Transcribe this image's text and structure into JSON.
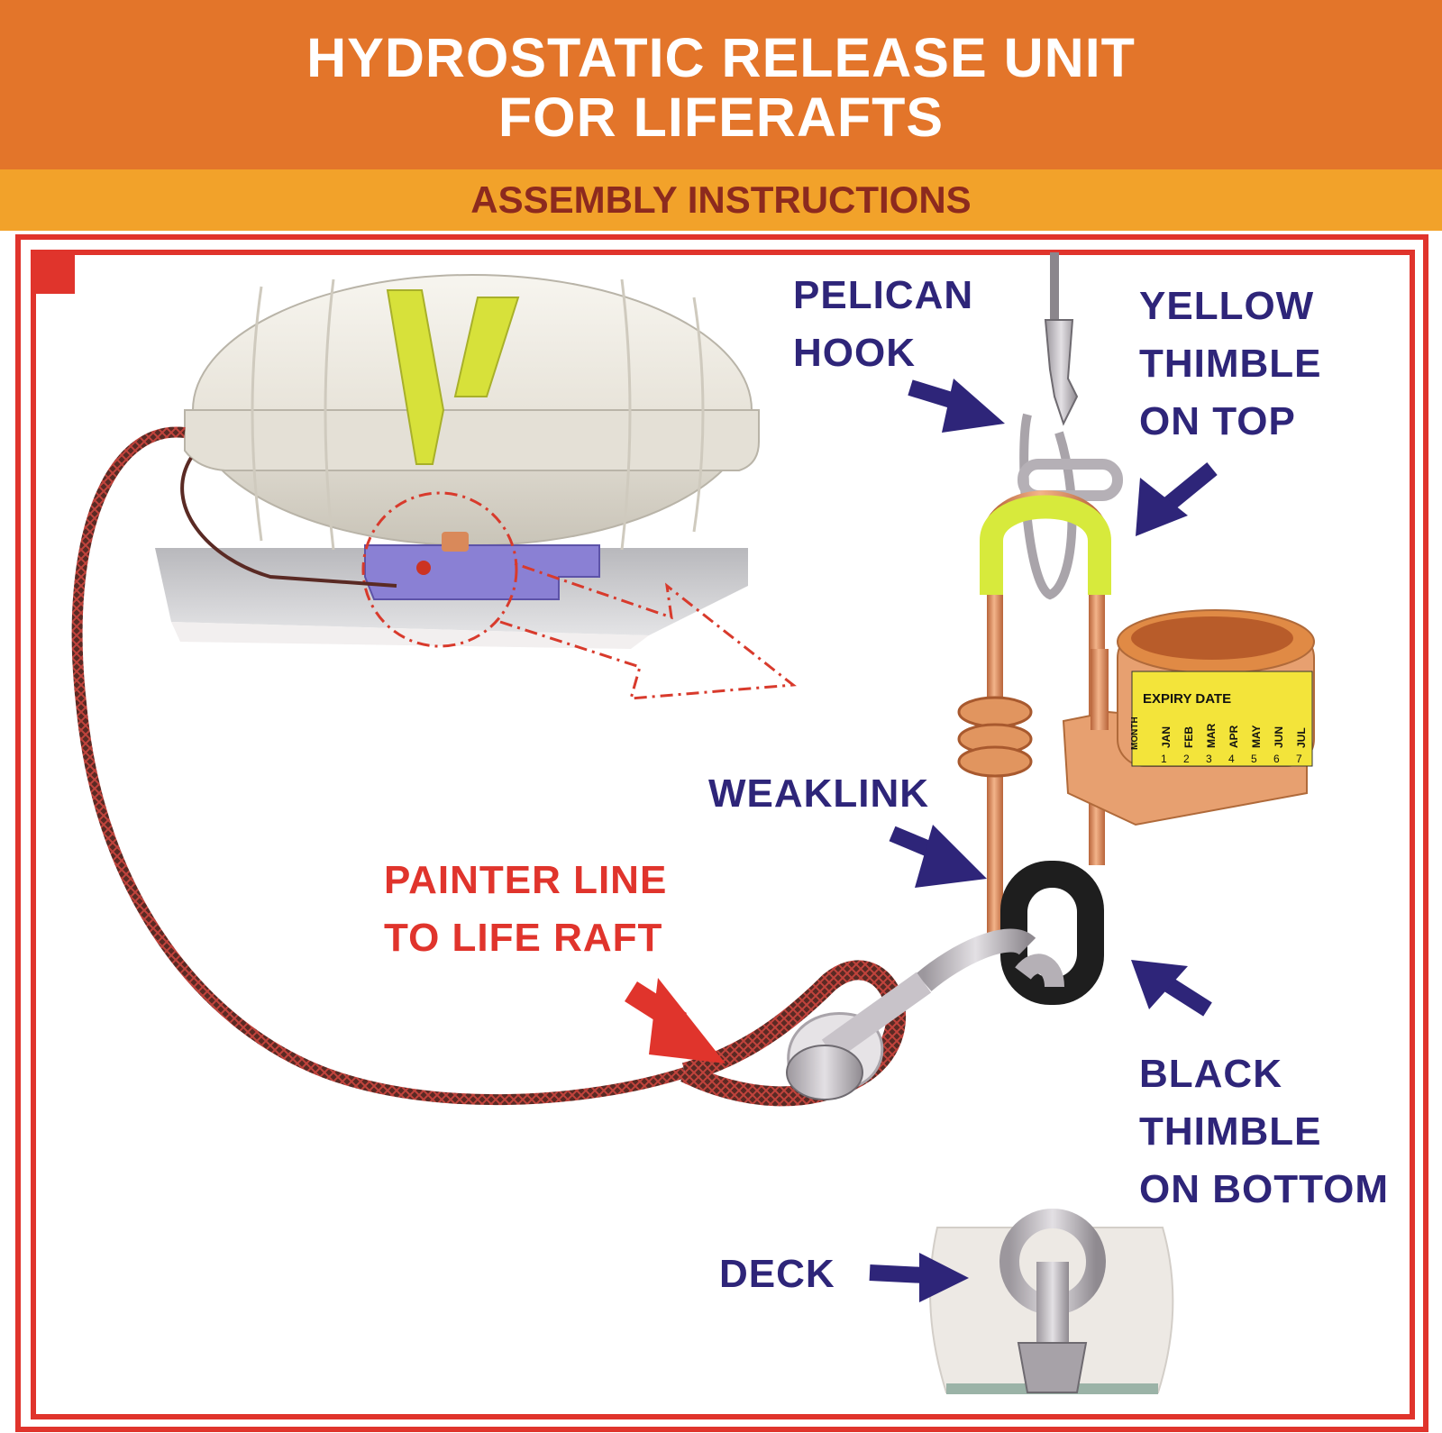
{
  "header": {
    "title_line1": "HYDROSTATIC RELEASE UNIT",
    "title_line2": "FOR LIFERAFTS",
    "subtitle": "ASSEMBLY INSTRUCTIONS"
  },
  "labels": {
    "pelican_hook": [
      "PELICAN",
      "HOOK"
    ],
    "yellow_thimble": [
      "YELLOW",
      "THIMBLE",
      "ON TOP"
    ],
    "weaklink": "WEAKLINK",
    "painter_line": [
      "PAINTER LINE",
      "TO LIFE RAFT"
    ],
    "black_thimble": [
      "BLACK",
      "THIMBLE",
      "ON BOTTOM"
    ],
    "deck": "DECK"
  },
  "expiry_label": {
    "heading": "EXPIRY DATE",
    "month_tag": "MONTH",
    "months": [
      "JAN",
      "FEB",
      "MAR",
      "APR",
      "MAY",
      "JUN",
      "JUL"
    ],
    "numbers": [
      "1",
      "2",
      "3",
      "4",
      "5",
      "6",
      "7"
    ]
  },
  "colors": {
    "header_orange": "#e3752a",
    "subheader_orange": "#f2a22a",
    "subtitle_text": "#8c2a1e",
    "frame_red": "#e0342c",
    "label_navy": "#2e2579",
    "copper": "#d9895a",
    "thimble_yellow": "#d7ea3c",
    "canister_white": "#ece9e1"
  }
}
